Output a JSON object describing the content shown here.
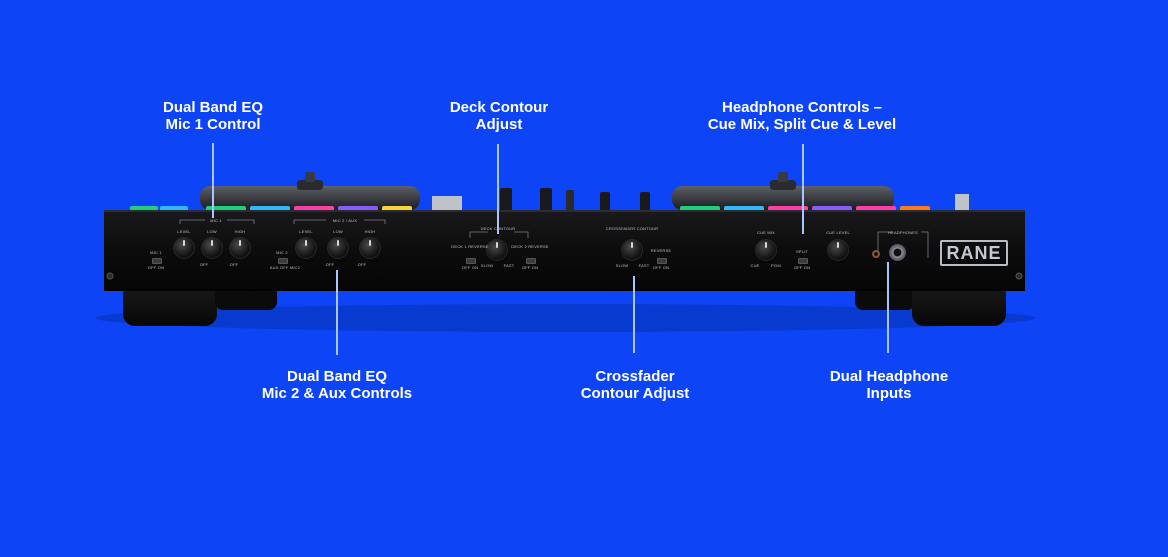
{
  "callouts": {
    "eq_mic1": {
      "line1": "Dual Band EQ",
      "line2": "Mic 1 Control"
    },
    "deck_contour": {
      "line1": "Deck Contour",
      "line2": "Adjust"
    },
    "headphone_controls": {
      "line1": "Headphone Controls –",
      "line2": "Cue Mix, Split Cue & Level"
    },
    "eq_mic2": {
      "line1": "Dual Band EQ",
      "line2": "Mic 2 & Aux Controls"
    },
    "crossfader": {
      "line1": "Crossfader",
      "line2": "Contour Adjust"
    },
    "headphone_inputs": {
      "line1": "Dual Headphone",
      "line2": "Inputs"
    }
  },
  "panel": {
    "logo": "RANE",
    "mic1_title": "MIC 1",
    "mic2_title": "MIC 2 / AUX",
    "level": "LEVEL",
    "low": "LOW",
    "high": "HIGH",
    "mic1_switch": "MIC 1",
    "mic2_switch": "MIC 2",
    "off_on": "OFF ON",
    "aux_off_mic": "AUX OFF MIC2",
    "off": "OFF",
    "deck_contour_title": "DECK CONTOUR",
    "deck1_reverse": "DECK 1 REVERSE",
    "deck2_reverse": "DECK 2 REVERSE",
    "slow": "SLOW",
    "fast": "FAST",
    "crossfader_contour_title": "CROSSFADER CONTOUR",
    "reverse": "REVERSE",
    "cue_mix": "CUE MIX",
    "cue": "CUE",
    "pgm": "PGM",
    "split": "SPLIT",
    "cue_level": "CUE LEVEL",
    "headphones": "HEADPHONES"
  },
  "colors": {
    "background": "#0d44f5",
    "panel": "#0e0e0f",
    "leader": "#a9c4ff",
    "pad_colors": [
      "#1fd07a",
      "#2fb9ff",
      "#ff3fa6",
      "#ffd23a",
      "#8a5cff",
      "#ff7a1f"
    ]
  }
}
